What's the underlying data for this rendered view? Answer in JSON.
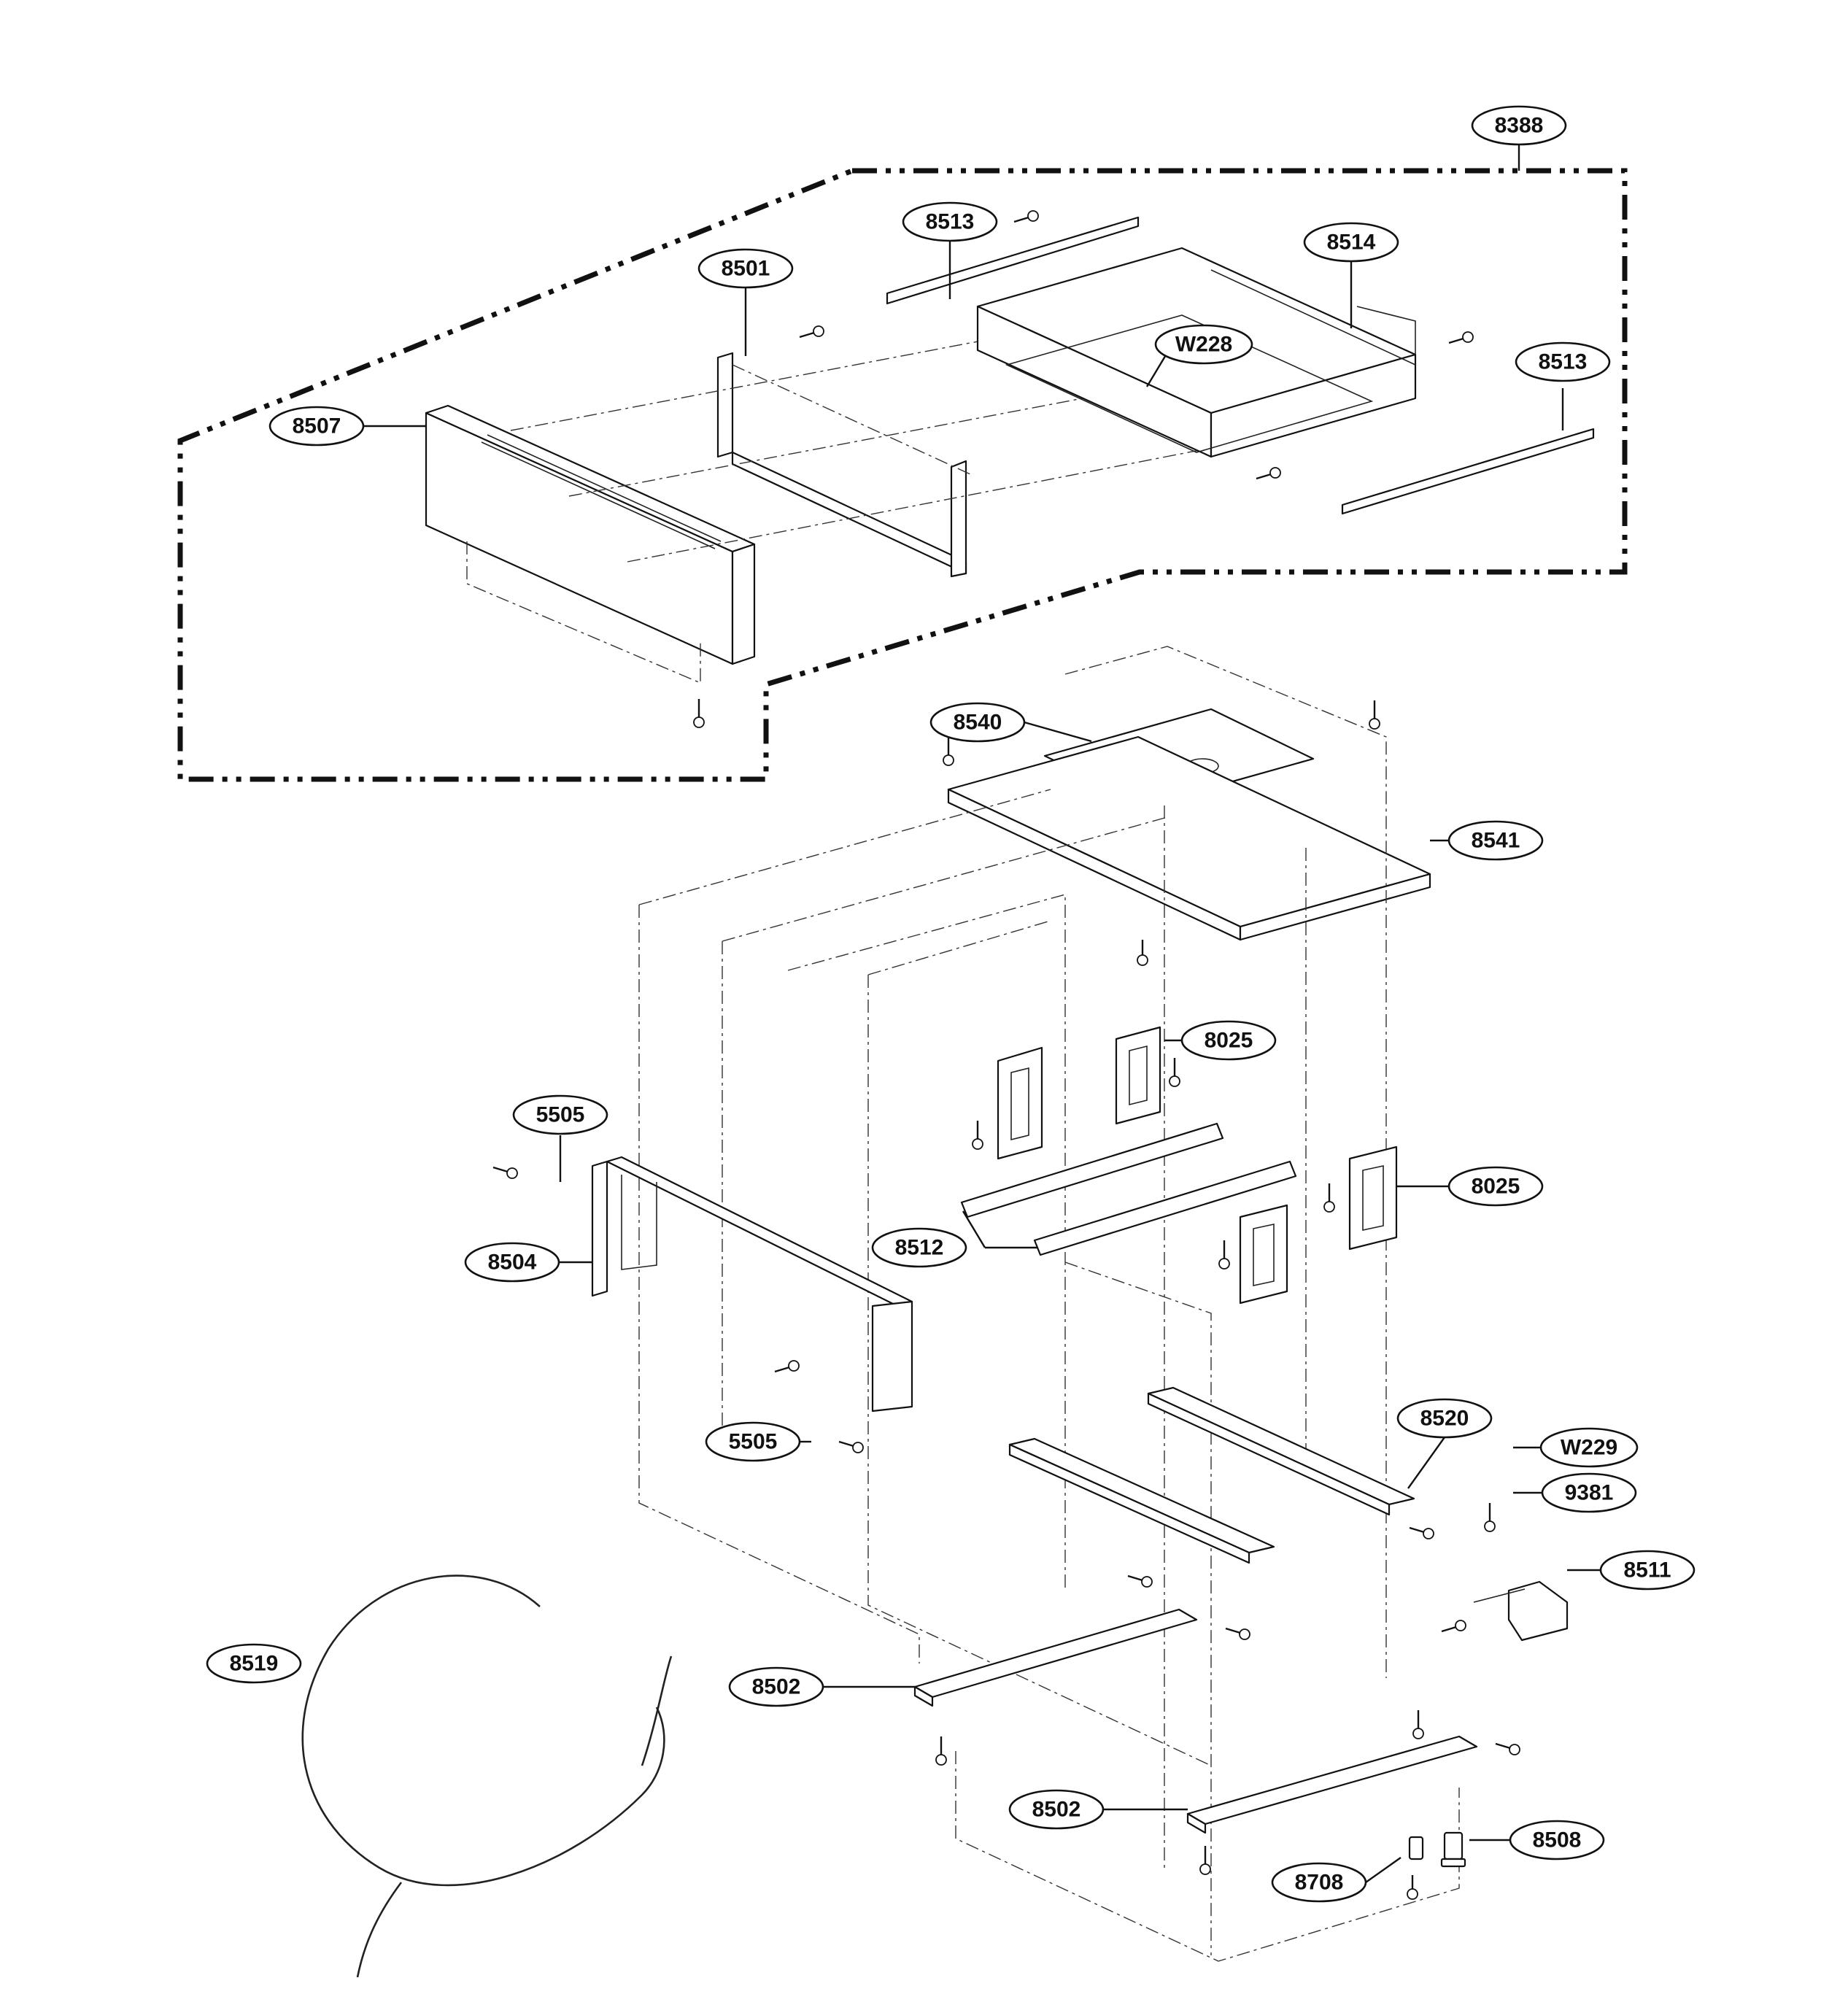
{
  "diagram": {
    "callouts": [
      {
        "id": "8388",
        "label": "8388"
      },
      {
        "id": "8513a",
        "label": "8513"
      },
      {
        "id": "8514",
        "label": "8514"
      },
      {
        "id": "8501",
        "label": "8501"
      },
      {
        "id": "W228",
        "label": "W228"
      },
      {
        "id": "8513b",
        "label": "8513"
      },
      {
        "id": "8507",
        "label": "8507"
      },
      {
        "id": "8540",
        "label": "8540"
      },
      {
        "id": "8541",
        "label": "8541"
      },
      {
        "id": "8025a",
        "label": "8025"
      },
      {
        "id": "5505a",
        "label": "5505"
      },
      {
        "id": "8025b",
        "label": "8025"
      },
      {
        "id": "8504",
        "label": "8504"
      },
      {
        "id": "8512",
        "label": "8512"
      },
      {
        "id": "8520",
        "label": "8520"
      },
      {
        "id": "5505b",
        "label": "5505"
      },
      {
        "id": "W229",
        "label": "W229"
      },
      {
        "id": "9381",
        "label": "9381"
      },
      {
        "id": "8511",
        "label": "8511"
      },
      {
        "id": "8519",
        "label": "8519"
      },
      {
        "id": "8502a",
        "label": "8502"
      },
      {
        "id": "8502b",
        "label": "8502"
      },
      {
        "id": "8508",
        "label": "8508"
      },
      {
        "id": "8708",
        "label": "8708"
      }
    ]
  }
}
